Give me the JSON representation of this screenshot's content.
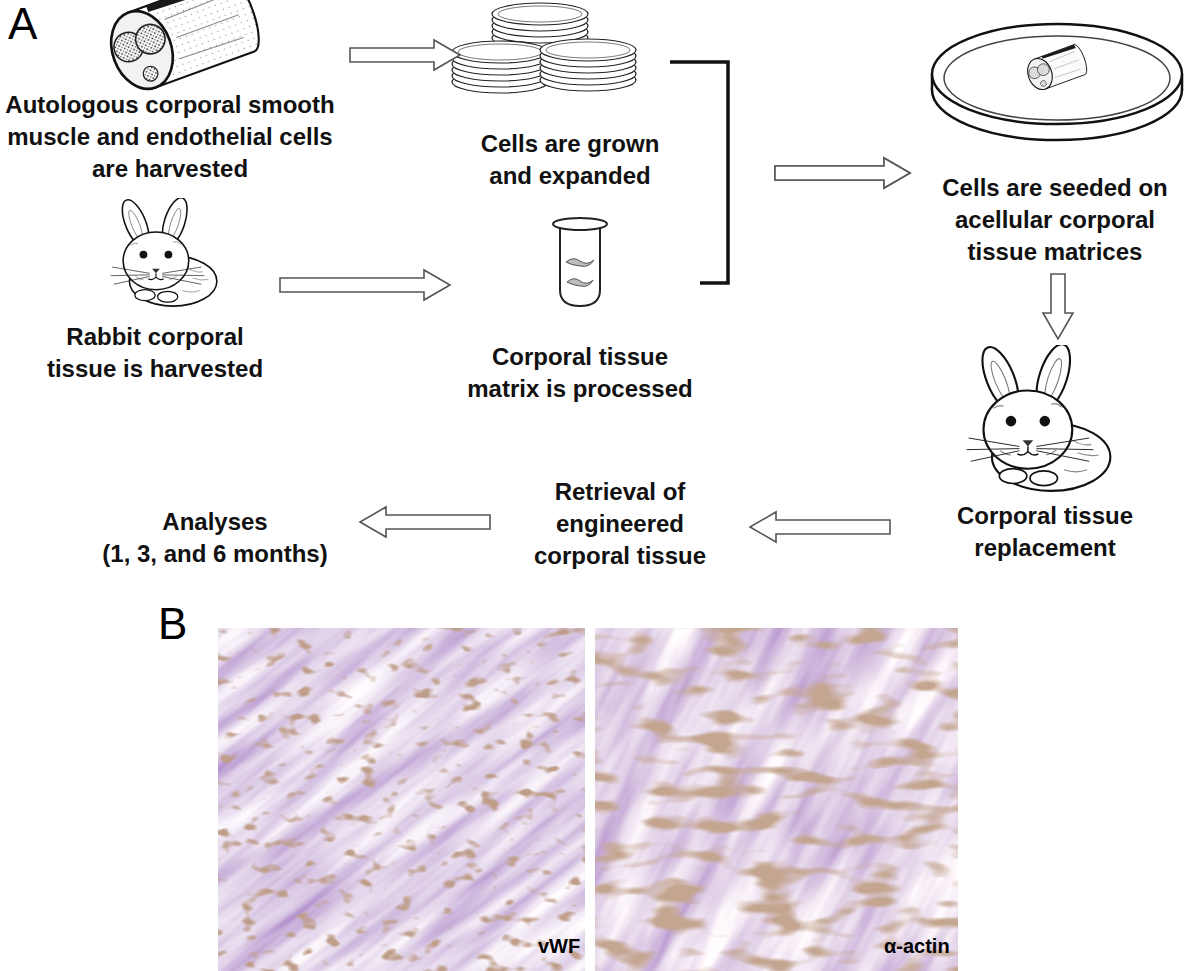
{
  "diagram": {
    "nodes": [
      {
        "text": [
          "Autologous corporal smooth muscle and endothelial cells are harvested"
        ]
      },
      {
        "text": [
          "Cells are grown and expanded"
        ]
      },
      {
        "text": [
          "Cells are seeded on acellular corporal tissue matrices"
        ]
      },
      {
        "text": [
          "Rabbit corporal tissue is harvested"
        ]
      },
      {
        "text": [
          "Corporal tissue matrix is processed"
        ]
      },
      {
        "text": [
          "Corporal tissue replacement"
        ]
      },
      {
        "text": [
          "Retrieval of engineered corporal tissue"
        ]
      },
      {
        "text": [
          "Analyses",
          "(1, 3, and 6 months)"
        ]
      }
    ],
    "edges": [
      {
        "from": 0,
        "to": 1,
        "arrow": "to"
      },
      {
        "from": 3,
        "to": 4,
        "arrow": "to"
      },
      {
        "from": 1,
        "to": 2,
        "arrow": "to"
      },
      {
        "from": 4,
        "to": 2,
        "arrow": "to"
      },
      {
        "from": 2,
        "to": 5,
        "arrow": "to"
      },
      {
        "from": 5,
        "to": 6,
        "arrow": "to"
      },
      {
        "from": 6,
        "to": 7,
        "arrow": "to"
      }
    ],
    "labels": [
      "A",
      "B",
      "vWF",
      "α-actin"
    ]
  }
}
